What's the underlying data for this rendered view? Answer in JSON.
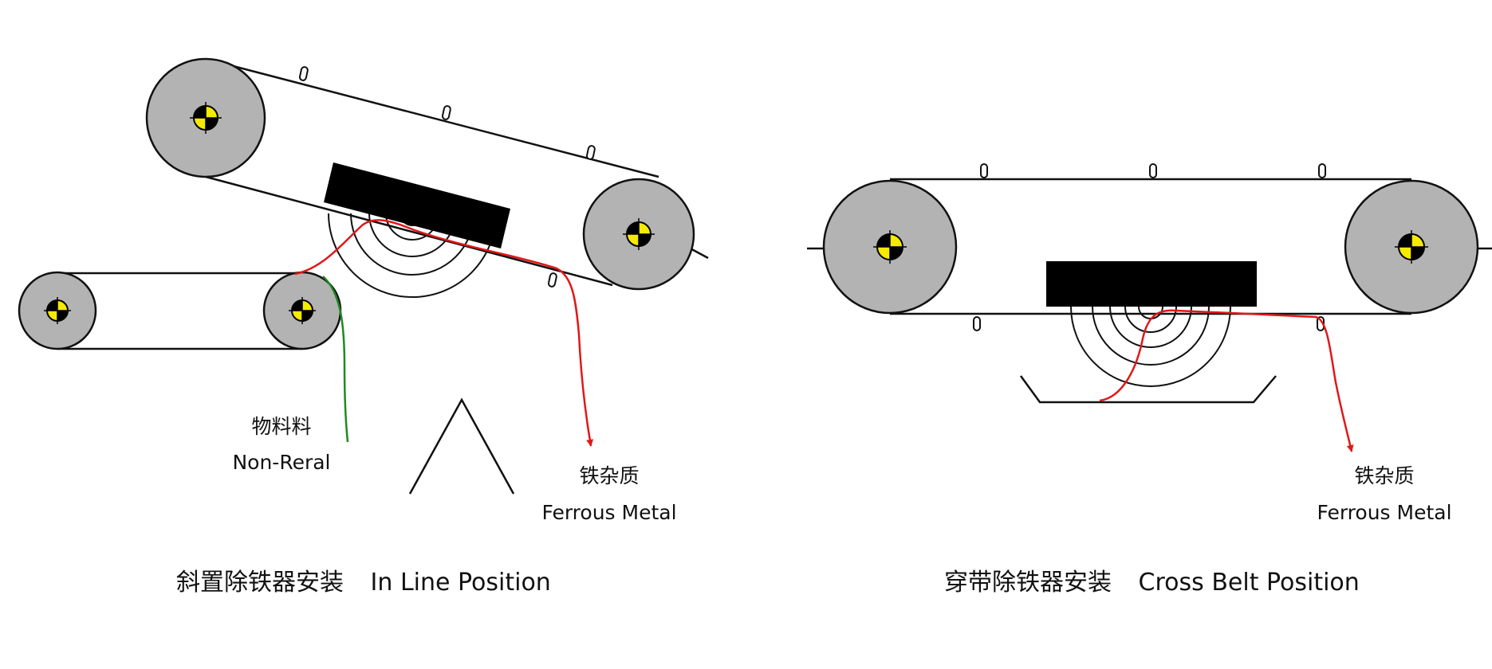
{
  "colors": {
    "pulley_fill": "#b3b3b3",
    "hub_yellow": "#f5ea00",
    "magnet": "#000000",
    "ferrous_path": "#e01818",
    "material_path": "#1f8a1f",
    "line": "#111111"
  },
  "left_panel": {
    "material_label_zh": "物料料",
    "material_label_en": "Non-Reral",
    "ferrous_label_zh": "铁杂质",
    "ferrous_label_en": "Ferrous Metal",
    "caption_zh": "斜置除铁器安装",
    "caption_en": "In Line Position"
  },
  "right_panel": {
    "ferrous_label_zh": "铁杂质",
    "ferrous_label_en": "Ferrous Metal",
    "caption_zh": "穿带除铁器安装",
    "caption_en": "Cross Belt Position"
  }
}
